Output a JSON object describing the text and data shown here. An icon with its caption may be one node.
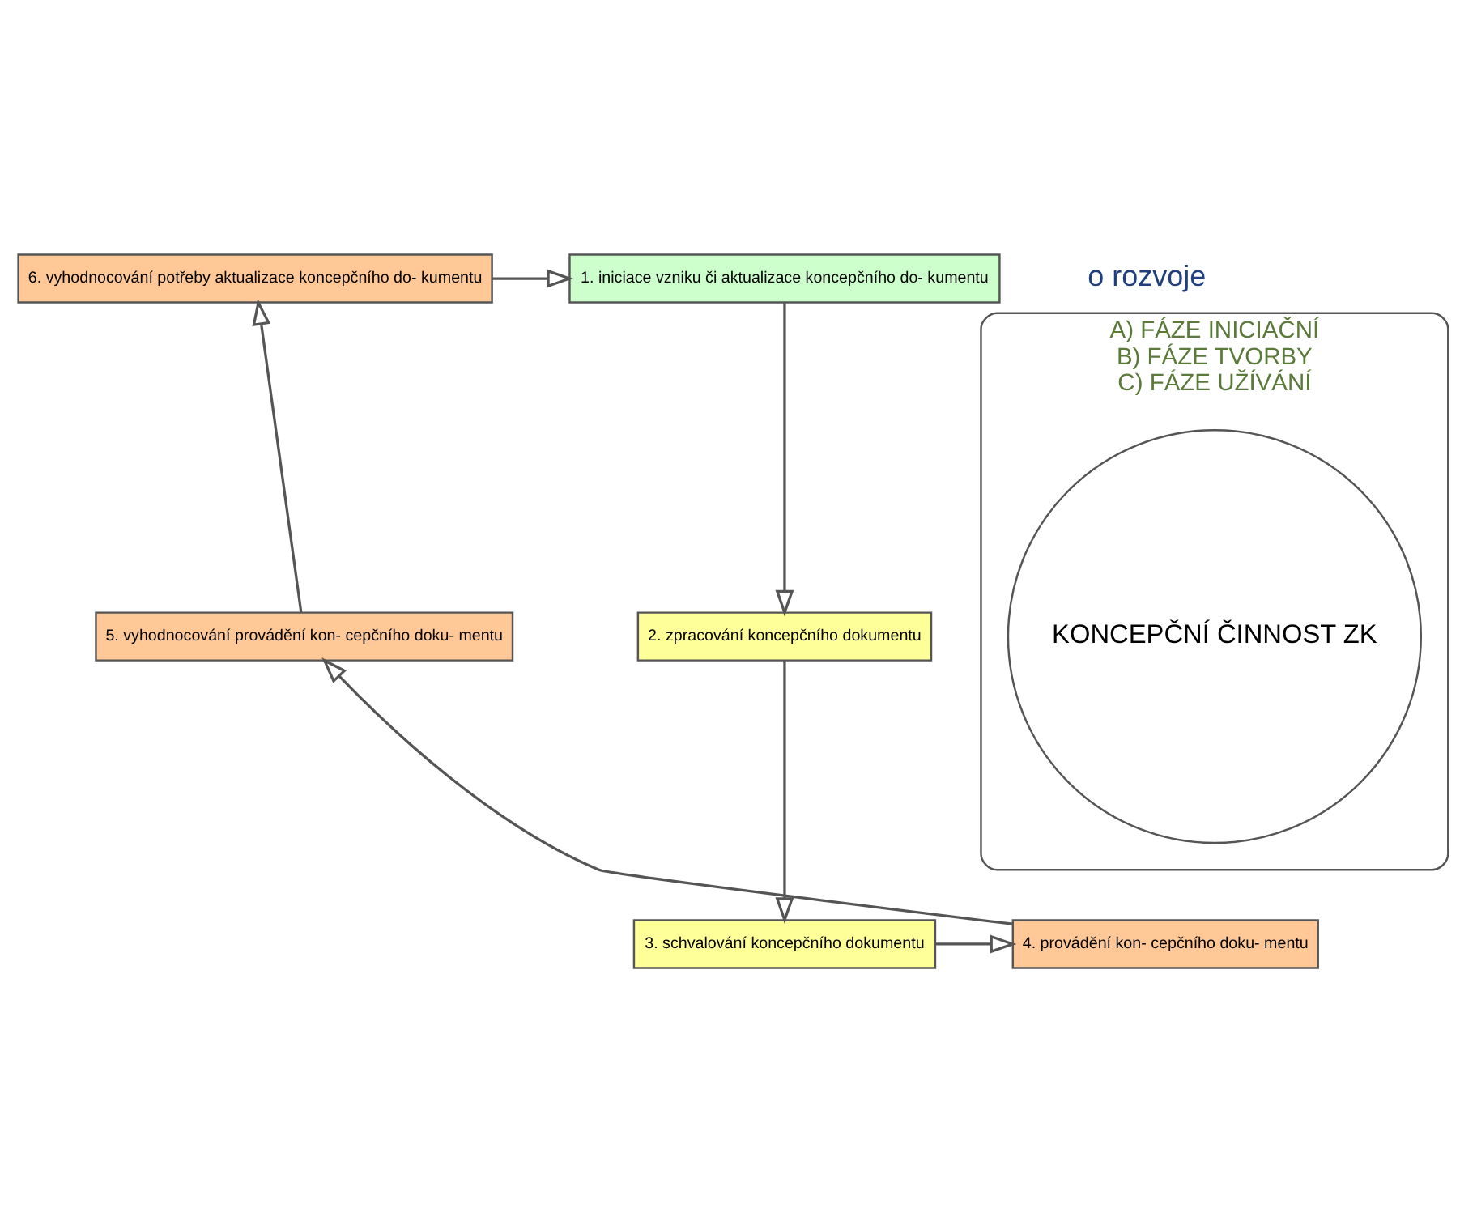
{
  "diagram": {
    "nodes": [
      {
        "text": [
          "6. vyhodnocování potřeby aktualizace koncepčního do- kumentu"
        ]
      },
      {
        "text": [
          "1. iniciace vzniku či aktualizace koncepčního do- kumentu"
        ]
      },
      {
        "text": [
          "A) FÁZE INICIAČNÍ",
          "B) FÁZE TVORBY",
          "C) FÁZE UŽÍVÁNÍ"
        ]
      },
      {
        "text": [
          "KONCEPČNÍ ČINNOST ZK"
        ],
        "in": 2
      },
      {
        "text": [
          "5. vyhodnocování provádění kon- cepčního doku- mentu"
        ]
      },
      {
        "text": [
          "2. zpracování koncepčního dokumentu"
        ]
      },
      {
        "text": [
          "4. provádění kon- cepčního doku- mentu"
        ]
      },
      {
        "text": [
          "3. schvalování koncepčního dokumentu"
        ]
      }
    ],
    "edges": [
      {
        "from": 0,
        "to": 1,
        "arrow": "to"
      },
      {
        "from": 1,
        "to": 5,
        "arrow": "to"
      },
      {
        "from": 5,
        "to": 7,
        "arrow": "to"
      },
      {
        "from": 7,
        "to": 6,
        "arrow": "to"
      },
      {
        "from": 6,
        "to": 4,
        "arrow": "to"
      },
      {
        "from": 4,
        "to": 0,
        "arrow": "to"
      }
    ],
    "labels": [
      "o rozvoje"
    ]
  }
}
